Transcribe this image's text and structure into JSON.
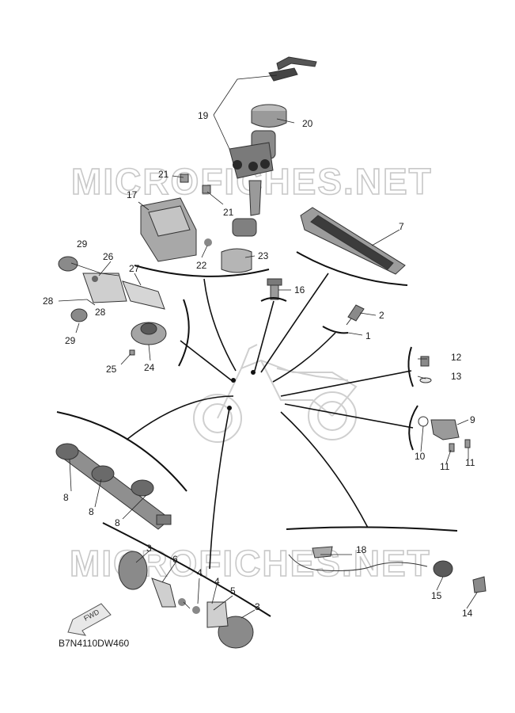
{
  "watermarks": [
    "MICROFICHES.NET",
    "MICROFICHES.NET"
  ],
  "diagram_code": "B7N4110DW460",
  "fwd_label": "FWD",
  "callouts": {
    "c1": "1",
    "c2": "2",
    "c3a": "3",
    "c3b": "3",
    "c4a": "4",
    "c4b": "4",
    "c5": "5",
    "c6": "6",
    "c7": "7",
    "c8a": "8",
    "c8b": "8",
    "c8c": "8",
    "c9": "9",
    "c10": "10",
    "c11a": "11",
    "c11b": "11",
    "c12": "12",
    "c13": "13",
    "c14": "14",
    "c15": "15",
    "c16": "16",
    "c17": "17",
    "c18": "18",
    "c19": "19",
    "c20": "20",
    "c21a": "21",
    "c21b": "21",
    "c22": "22",
    "c23": "23",
    "c24": "24",
    "c25": "25",
    "c26": "26",
    "c27": "27",
    "c28a": "28",
    "c28b": "28",
    "c29a": "29",
    "c29b": "29"
  }
}
